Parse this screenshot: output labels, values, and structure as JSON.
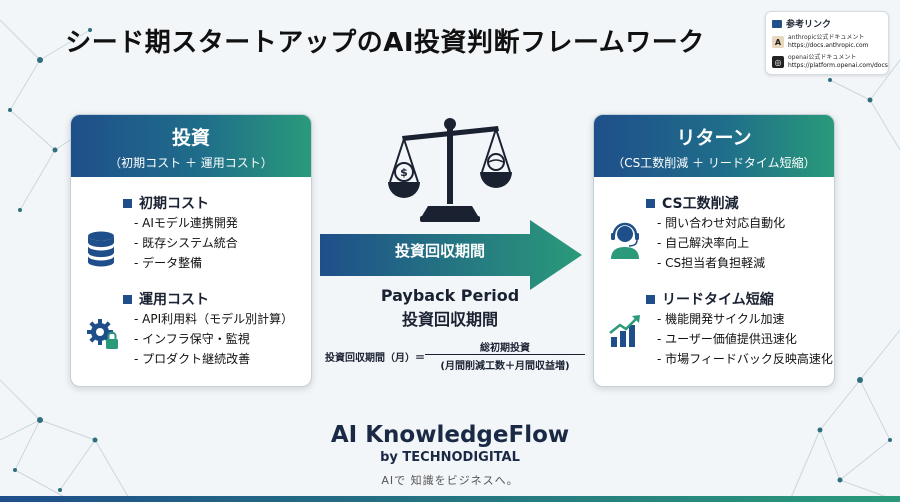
{
  "title": "シード期スタートアップのAI投資判断フレームワーク",
  "references": {
    "heading": "参考リンク",
    "items": [
      {
        "label": "anthropic公式ドキュメント",
        "url": "https://docs.anthropic.com",
        "logo": "A\\"
      },
      {
        "label": "openai公式ドキュメント",
        "url": "https://platform.openai.com/docs",
        "logo": "◎"
      }
    ]
  },
  "investment": {
    "title": "投資",
    "subtitle": "（初期コスト ＋ 運用コスト）",
    "initial": {
      "title": "初期コスト",
      "icon": "database-icon",
      "items": [
        "- AIモデル連携開発",
        "- 既存システム統合",
        "- データ整備"
      ]
    },
    "operating": {
      "title": "運用コスト",
      "icon": "gear-lock-icon",
      "items": [
        "- API利用料（モデル別計算）",
        "- インフラ保守・監視",
        "- プロダクト継続改善"
      ]
    }
  },
  "return": {
    "title": "リターン",
    "subtitle": "（CS工数削減 ＋ リードタイム短縮）",
    "cs": {
      "title": "CS工数削減",
      "icon": "support-agent-icon",
      "items": [
        "- 問い合わせ対応自動化",
        "- 自己解決率向上",
        "- CS担当者負担軽減"
      ]
    },
    "leadtime": {
      "title": "リードタイム短縮",
      "icon": "growth-chart-icon",
      "items": [
        "- 機能開発サイクル加速",
        "- ユーザー価値提供迅速化",
        "- 市場フィードバック反映高速化"
      ]
    }
  },
  "center": {
    "arrow_label": "投資回収期間",
    "payback_en": "Payback Period",
    "payback_jp": "投資回収期間",
    "formula_lhs": "投資回収期間（月）＝",
    "formula_num": "総初期投資",
    "formula_den": "(月間削減工数＋月間収益増)"
  },
  "brand": {
    "name": "AI KnowledgeFlow",
    "by": "by TECHNODIGITAL",
    "tagline": "AIで 知識をビジネスへ。"
  },
  "colors": {
    "navy": "#1f4f8a",
    "teal": "#2a9a7a",
    "text": "#1a2232"
  }
}
